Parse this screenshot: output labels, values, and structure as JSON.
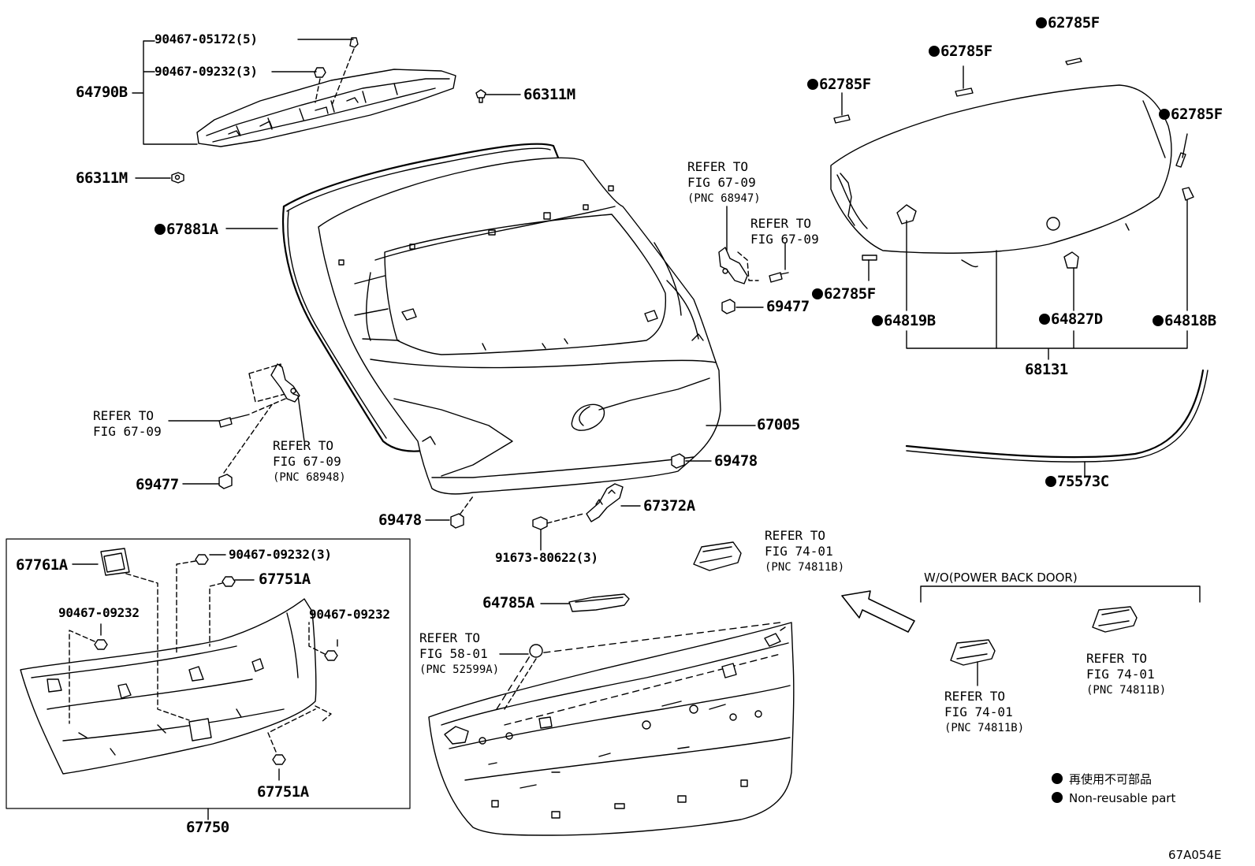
{
  "diagram_code": "67A054E",
  "parts": {
    "p90467_05172": "90467-05172(5)",
    "p90467_09232_top": "90467-09232(3)",
    "p64790B": "64790B",
    "p66311M_a": "66311M",
    "p66311M_b": "66311M",
    "p67881A": "67881A",
    "p67005": "67005",
    "p69477_a": "69477",
    "p69477_b": "69477",
    "p69478_a": "69478",
    "p69478_b": "69478",
    "p67372A": "67372A",
    "p91673": "91673-80622(3)",
    "p64785A": "64785A",
    "p62785F_1": "62785F",
    "p62785F_2": "62785F",
    "p62785F_3": "62785F",
    "p62785F_4": "62785F",
    "p62785F_5": "62785F",
    "p64819B": "64819B",
    "p64827D": "64827D",
    "p64818B": "64818B",
    "p68131": "68131",
    "p75573C": "75573C",
    "p67761A": "67761A",
    "p90467_09232_b3": "90467-09232(3)",
    "p67751A_a": "67751A",
    "p67751A_b": "67751A",
    "p90467_09232_l": "90467-09232",
    "p90467_09232_r": "90467-09232",
    "p67750": "67750"
  },
  "refs": {
    "r1": {
      "l1": "REFER TO",
      "l2": "FIG 67-09",
      "l3": "(PNC 68947)"
    },
    "r2": {
      "l1": "REFER TO",
      "l2": "FIG 67-09"
    },
    "r3": {
      "l1": "REFER TO",
      "l2": "FIG 67-09"
    },
    "r4": {
      "l1": "REFER TO",
      "l2": "FIG 67-09",
      "l3": "(PNC 68948)"
    },
    "r5": {
      "l1": "REFER TO",
      "l2": "FIG 74-01",
      "l3": "(PNC 74811B)"
    },
    "r6": {
      "l1": "REFER TO",
      "l2": "FIG 58-01",
      "l3": "(PNC 52599A)"
    },
    "r7": {
      "l1": "REFER TO",
      "l2": "FIG 74-01",
      "l3": "(PNC 74811B)"
    },
    "r8": {
      "l1": "REFER TO",
      "l2": "FIG 74-01",
      "l3": "(PNC 74811B)"
    }
  },
  "condition": "W/O(POWER BACK DOOR)",
  "legend": {
    "jp": "再使用不可部品",
    "en": "Non-reusable part"
  }
}
